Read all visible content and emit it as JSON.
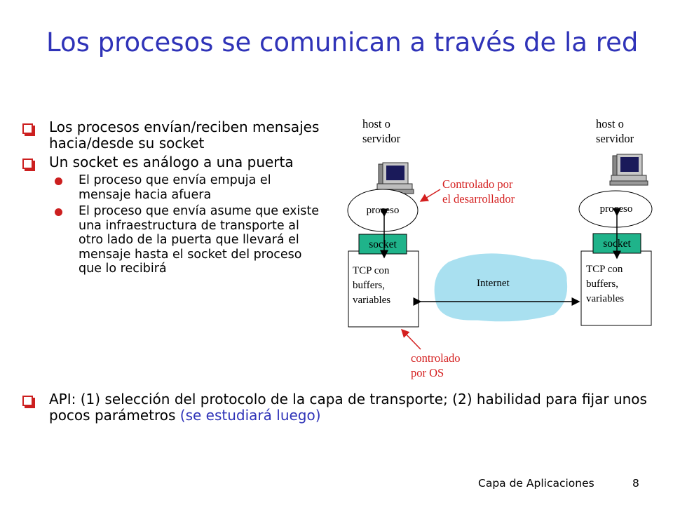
{
  "slide": {
    "title": "Los procesos se comunican a través de la red",
    "bullets": [
      {
        "text": "Los procesos envían/reciben mensajes hacia/desde su socket"
      },
      {
        "text": "Un socket es análogo a una puerta"
      }
    ],
    "sub_bullets": [
      {
        "text": "El proceso que envía empuja el mensaje hacia afuera"
      },
      {
        "text": "El proceso que envía asume que existe una infraestructura de transporte al otro lado de la puerta que llevará el mensaje hasta el socket del proceso que lo recibirá"
      }
    ],
    "api_bullet": {
      "text": "API: (1) selección del protocolo de la capa de transporte; (2) habilidad para fijar unos pocos parámetros ",
      "highlight": "(se estudiará luego)"
    },
    "footer": {
      "section": "Capa de Aplicaciones",
      "page": "8"
    }
  },
  "diagram": {
    "left_host": {
      "label_line1": "host o",
      "label_line2": "servidor",
      "process": "proceso",
      "socket": "socket",
      "tcp_line1": "TCP con",
      "tcp_line2": "buffers,",
      "tcp_line3": "variables"
    },
    "right_host": {
      "label_line1": "host o",
      "label_line2": "servidor",
      "process": "proceso",
      "socket": "socket",
      "tcp_line1": "TCP con",
      "tcp_line2": "buffers,",
      "tcp_line3": "variables"
    },
    "internet": "Internet",
    "annotation_developer_line1": "Controlado por",
    "annotation_developer_line2": "el desarrollador",
    "annotation_os_line1": "controlado",
    "annotation_os_line2": "por OS"
  },
  "colors": {
    "title": "#2f33b8",
    "bullet_marker": "#cc1f1f",
    "annotation": "#d41f1f",
    "socket_fill": "#1fb38a",
    "internet_cloud": "#a9e0f0"
  },
  "icons": [
    "computer-icon",
    "arrow-icon"
  ]
}
